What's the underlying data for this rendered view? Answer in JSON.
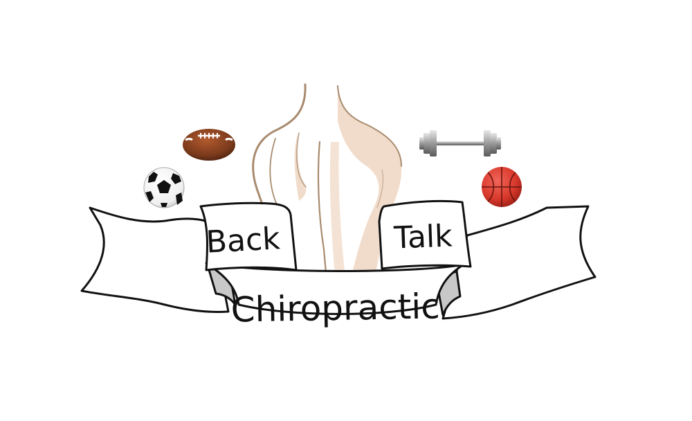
{
  "logo": {
    "word_back": "Back",
    "word_talk": "Talk",
    "word_chiropractic": "Chiropractic"
  },
  "icons": [
    "football-icon",
    "soccer-ball-icon",
    "dumbbell-icon",
    "basketball-icon",
    "human-back-illustration"
  ],
  "colors": {
    "background": "#ffffff",
    "ink": "#111111",
    "banner_shadow": "#c8c8c8",
    "skin": "#f1dccb",
    "skin_outline": "#a88a6d",
    "football": "#7a3a1c",
    "basketball": "#d8382b"
  }
}
